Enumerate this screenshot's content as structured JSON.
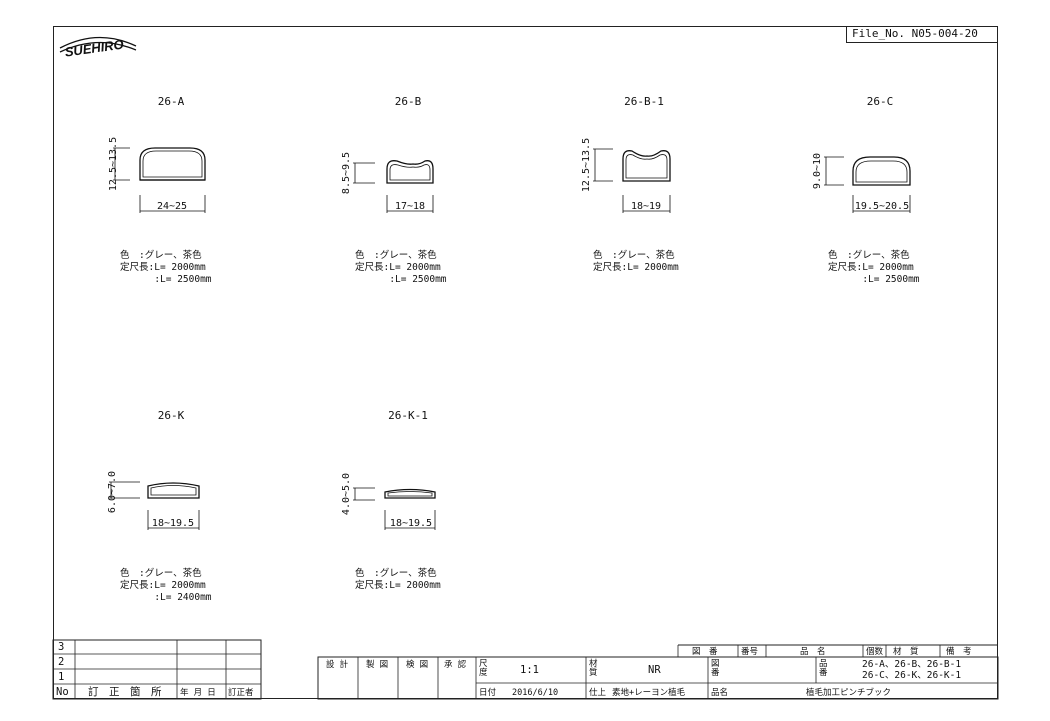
{
  "header": {
    "file_no": "File_No. N05-004-20",
    "logo_text": "SUEHIRO"
  },
  "profiles": [
    {
      "title": "26-A",
      "height_dim": "12.5~13.5",
      "width_dim": "24~25",
      "color_line": "色　:グレー、茶色",
      "length_line_1": "定尺長:L= 2000mm",
      "length_line_2": ":L= 2500mm"
    },
    {
      "title": "26-B",
      "height_dim": "8.5~9.5",
      "width_dim": "17~18",
      "color_line": "色　:グレー、茶色",
      "length_line_1": "定尺長:L= 2000mm",
      "length_line_2": ":L= 2500mm"
    },
    {
      "title": "26-B-1",
      "height_dim": "12.5~13.5",
      "width_dim": "18~19",
      "color_line": "色　:グレー、茶色",
      "length_line_1": "定尺長:L= 2000mm",
      "length_line_2": ""
    },
    {
      "title": "26-C",
      "height_dim": "9.0~10",
      "width_dim": "19.5~20.5",
      "color_line": "色　:グレー、茶色",
      "length_line_1": "定尺長:L= 2000mm",
      "length_line_2": ":L= 2500mm"
    },
    {
      "title": "26-K",
      "height_dim": "6.0~7.0",
      "width_dim": "18~19.5",
      "color_line": "色　:グレー、茶色",
      "length_line_1": "定尺長:L= 2000mm",
      "length_line_2": ":L= 2400mm"
    },
    {
      "title": "26-K-1",
      "height_dim": "4.0~5.0",
      "width_dim": "18~19.5",
      "color_line": "色　:グレー、茶色",
      "length_line_1": "定尺長:L= 2000mm",
      "length_line_2": ""
    }
  ],
  "revision_table": {
    "rows": [
      "3",
      "2",
      "1"
    ],
    "headers": [
      "No",
      "訂　正　箇　所",
      "年 月 日",
      "訂正者"
    ]
  },
  "title_block": {
    "approvals": [
      "設 計",
      "製 図",
      "検 図",
      "承 認"
    ],
    "scale_label": "尺度",
    "scale_value": "1:1",
    "date_label": "日付",
    "date_value": "2016/6/10",
    "material_label": "材質",
    "material_value": "NR",
    "finish_label": "仕上",
    "finish_value": "素地+レーヨン植毛",
    "drawing_no_label": "図番",
    "product_name_label": "品名",
    "product_name_value": "植毛加工ピンチブック",
    "part_no_label": "品番",
    "part_no_line1": "26-A、26-B、26-B-1",
    "part_no_line2": "26-C、26-K、26-K-1",
    "parts_header": [
      "図　番",
      "番号",
      "品　名",
      "個数",
      "材　質",
      "備　考"
    ]
  }
}
